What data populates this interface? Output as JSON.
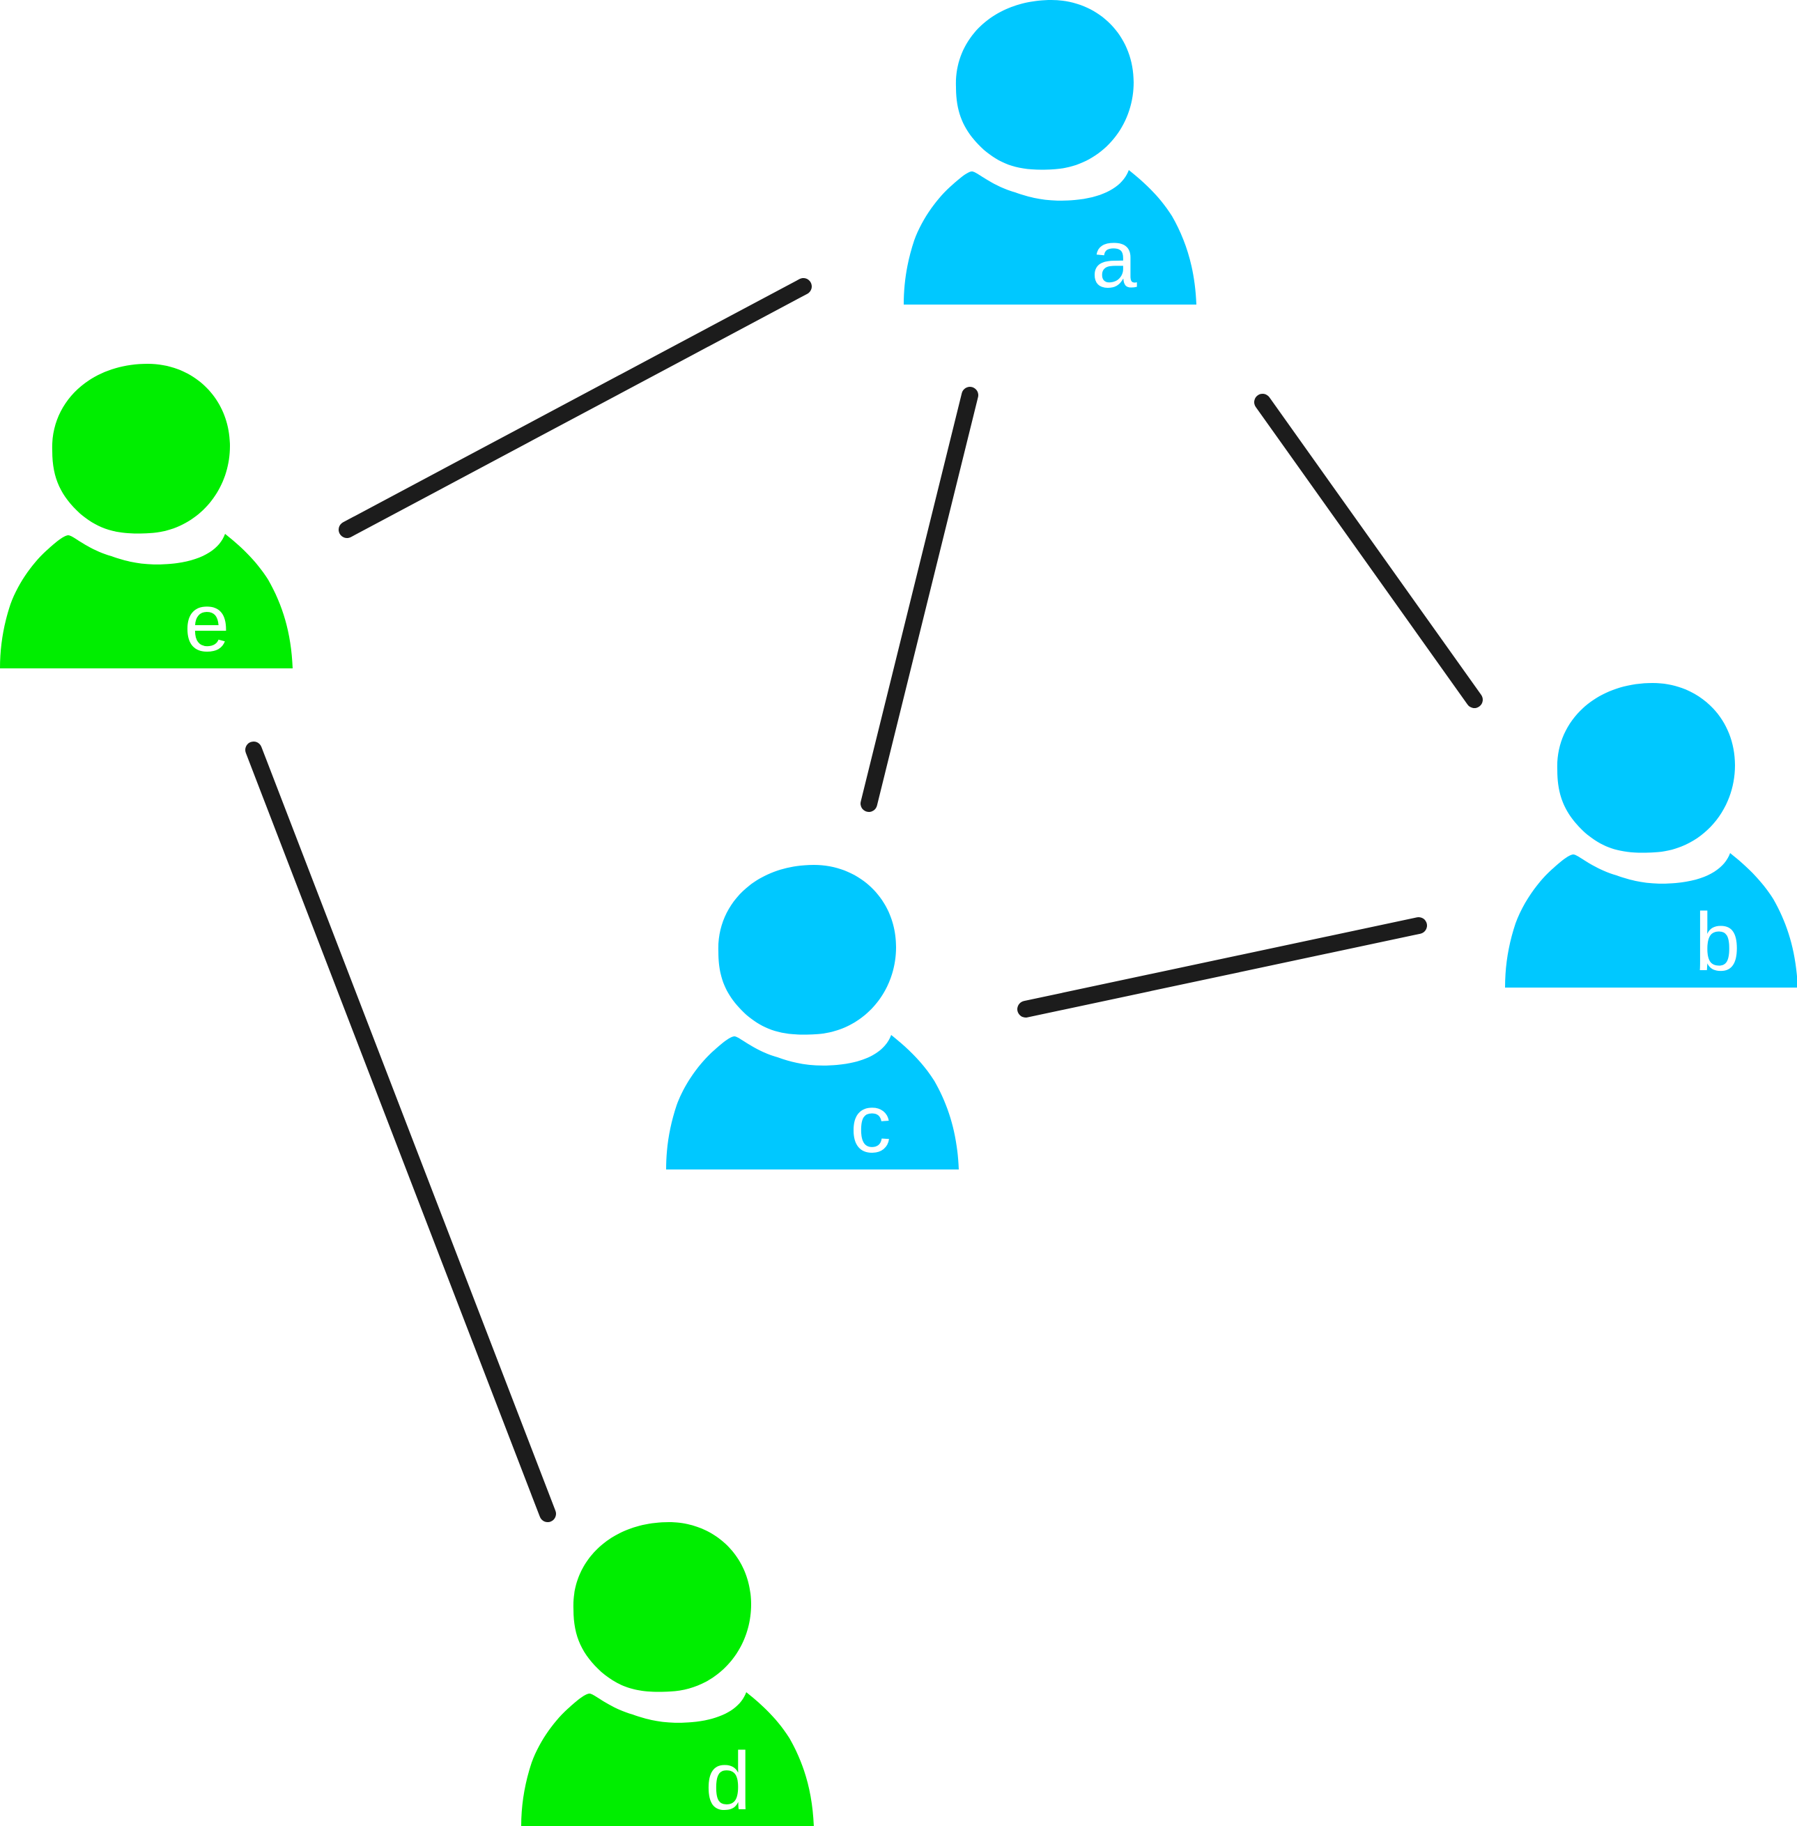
{
  "colors": {
    "group_blue": "#00c8ff",
    "group_green": "#00ee00",
    "edge": "#1c1c1c",
    "label": "#ffffff",
    "background": "#ffffff"
  },
  "nodes": [
    {
      "id": "a",
      "label": "a",
      "group": "blue"
    },
    {
      "id": "b",
      "label": "b",
      "group": "blue"
    },
    {
      "id": "c",
      "label": "c",
      "group": "blue"
    },
    {
      "id": "d",
      "label": "d",
      "group": "green"
    },
    {
      "id": "e",
      "label": "e",
      "group": "green"
    }
  ],
  "edges": [
    {
      "from": "e",
      "to": "a"
    },
    {
      "from": "a",
      "to": "c"
    },
    {
      "from": "a",
      "to": "b"
    },
    {
      "from": "c",
      "to": "b"
    },
    {
      "from": "e",
      "to": "d"
    }
  ]
}
